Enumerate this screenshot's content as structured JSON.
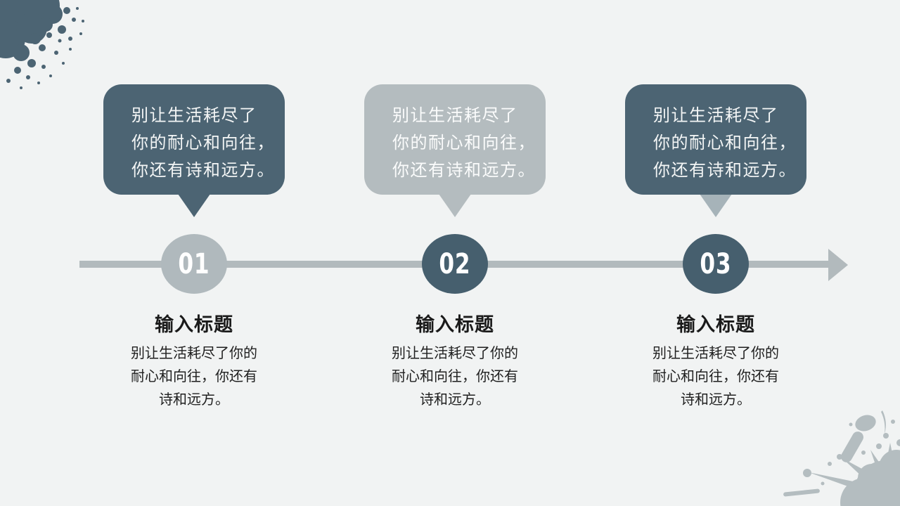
{
  "slide": {
    "background": "#f1f3f3"
  },
  "decor": {
    "top_left_splatter_color": "#4c6473",
    "bottom_right_splatter_color": "#b4bdc0"
  },
  "timeline": {
    "color": "#b2babd"
  },
  "text_colors": {
    "title": "#1a1a1a",
    "body": "#1f1f1f"
  },
  "steps": [
    {
      "number": "01",
      "number_color": "#ffffff",
      "circle_fill": "#b0b9bd",
      "bubble": {
        "fill": "#4c6473",
        "tail_fill": "#4c6473",
        "text_color": "#f4f6f6",
        "lines": [
          "别让生活耗尽了",
          "你的耐心和向往，",
          "你还有诗和远方。"
        ]
      },
      "title": "输入标题",
      "body_lines": [
        "别让生活耗尽了你的",
        "耐心和向往，你还有",
        "诗和远方。"
      ]
    },
    {
      "number": "02",
      "number_color": "#ffffff",
      "circle_fill": "#465f6e",
      "bubble": {
        "fill": "#b4bcbf",
        "tail_fill": "#b4bcbf",
        "text_color": "#fbfcfc",
        "lines": [
          "别让生活耗尽了",
          "你的耐心和向往，",
          "你还有诗和远方。"
        ]
      },
      "title": "输入标题",
      "body_lines": [
        "别让生活耗尽了你的",
        "耐心和向往，你还有",
        "诗和远方。"
      ]
    },
    {
      "number": "03",
      "number_color": "#ffffff",
      "circle_fill": "#465f6e",
      "bubble": {
        "fill": "#4c6473",
        "tail_fill": "#a6b3b9",
        "text_color": "#f4f6f6",
        "lines": [
          "别让生活耗尽了",
          "你的耐心和向往，",
          "你还有诗和远方。"
        ]
      },
      "title": "输入标题",
      "body_lines": [
        "别让生活耗尽了你的",
        "耐心和向往，你还有",
        "诗和远方。"
      ]
    }
  ]
}
